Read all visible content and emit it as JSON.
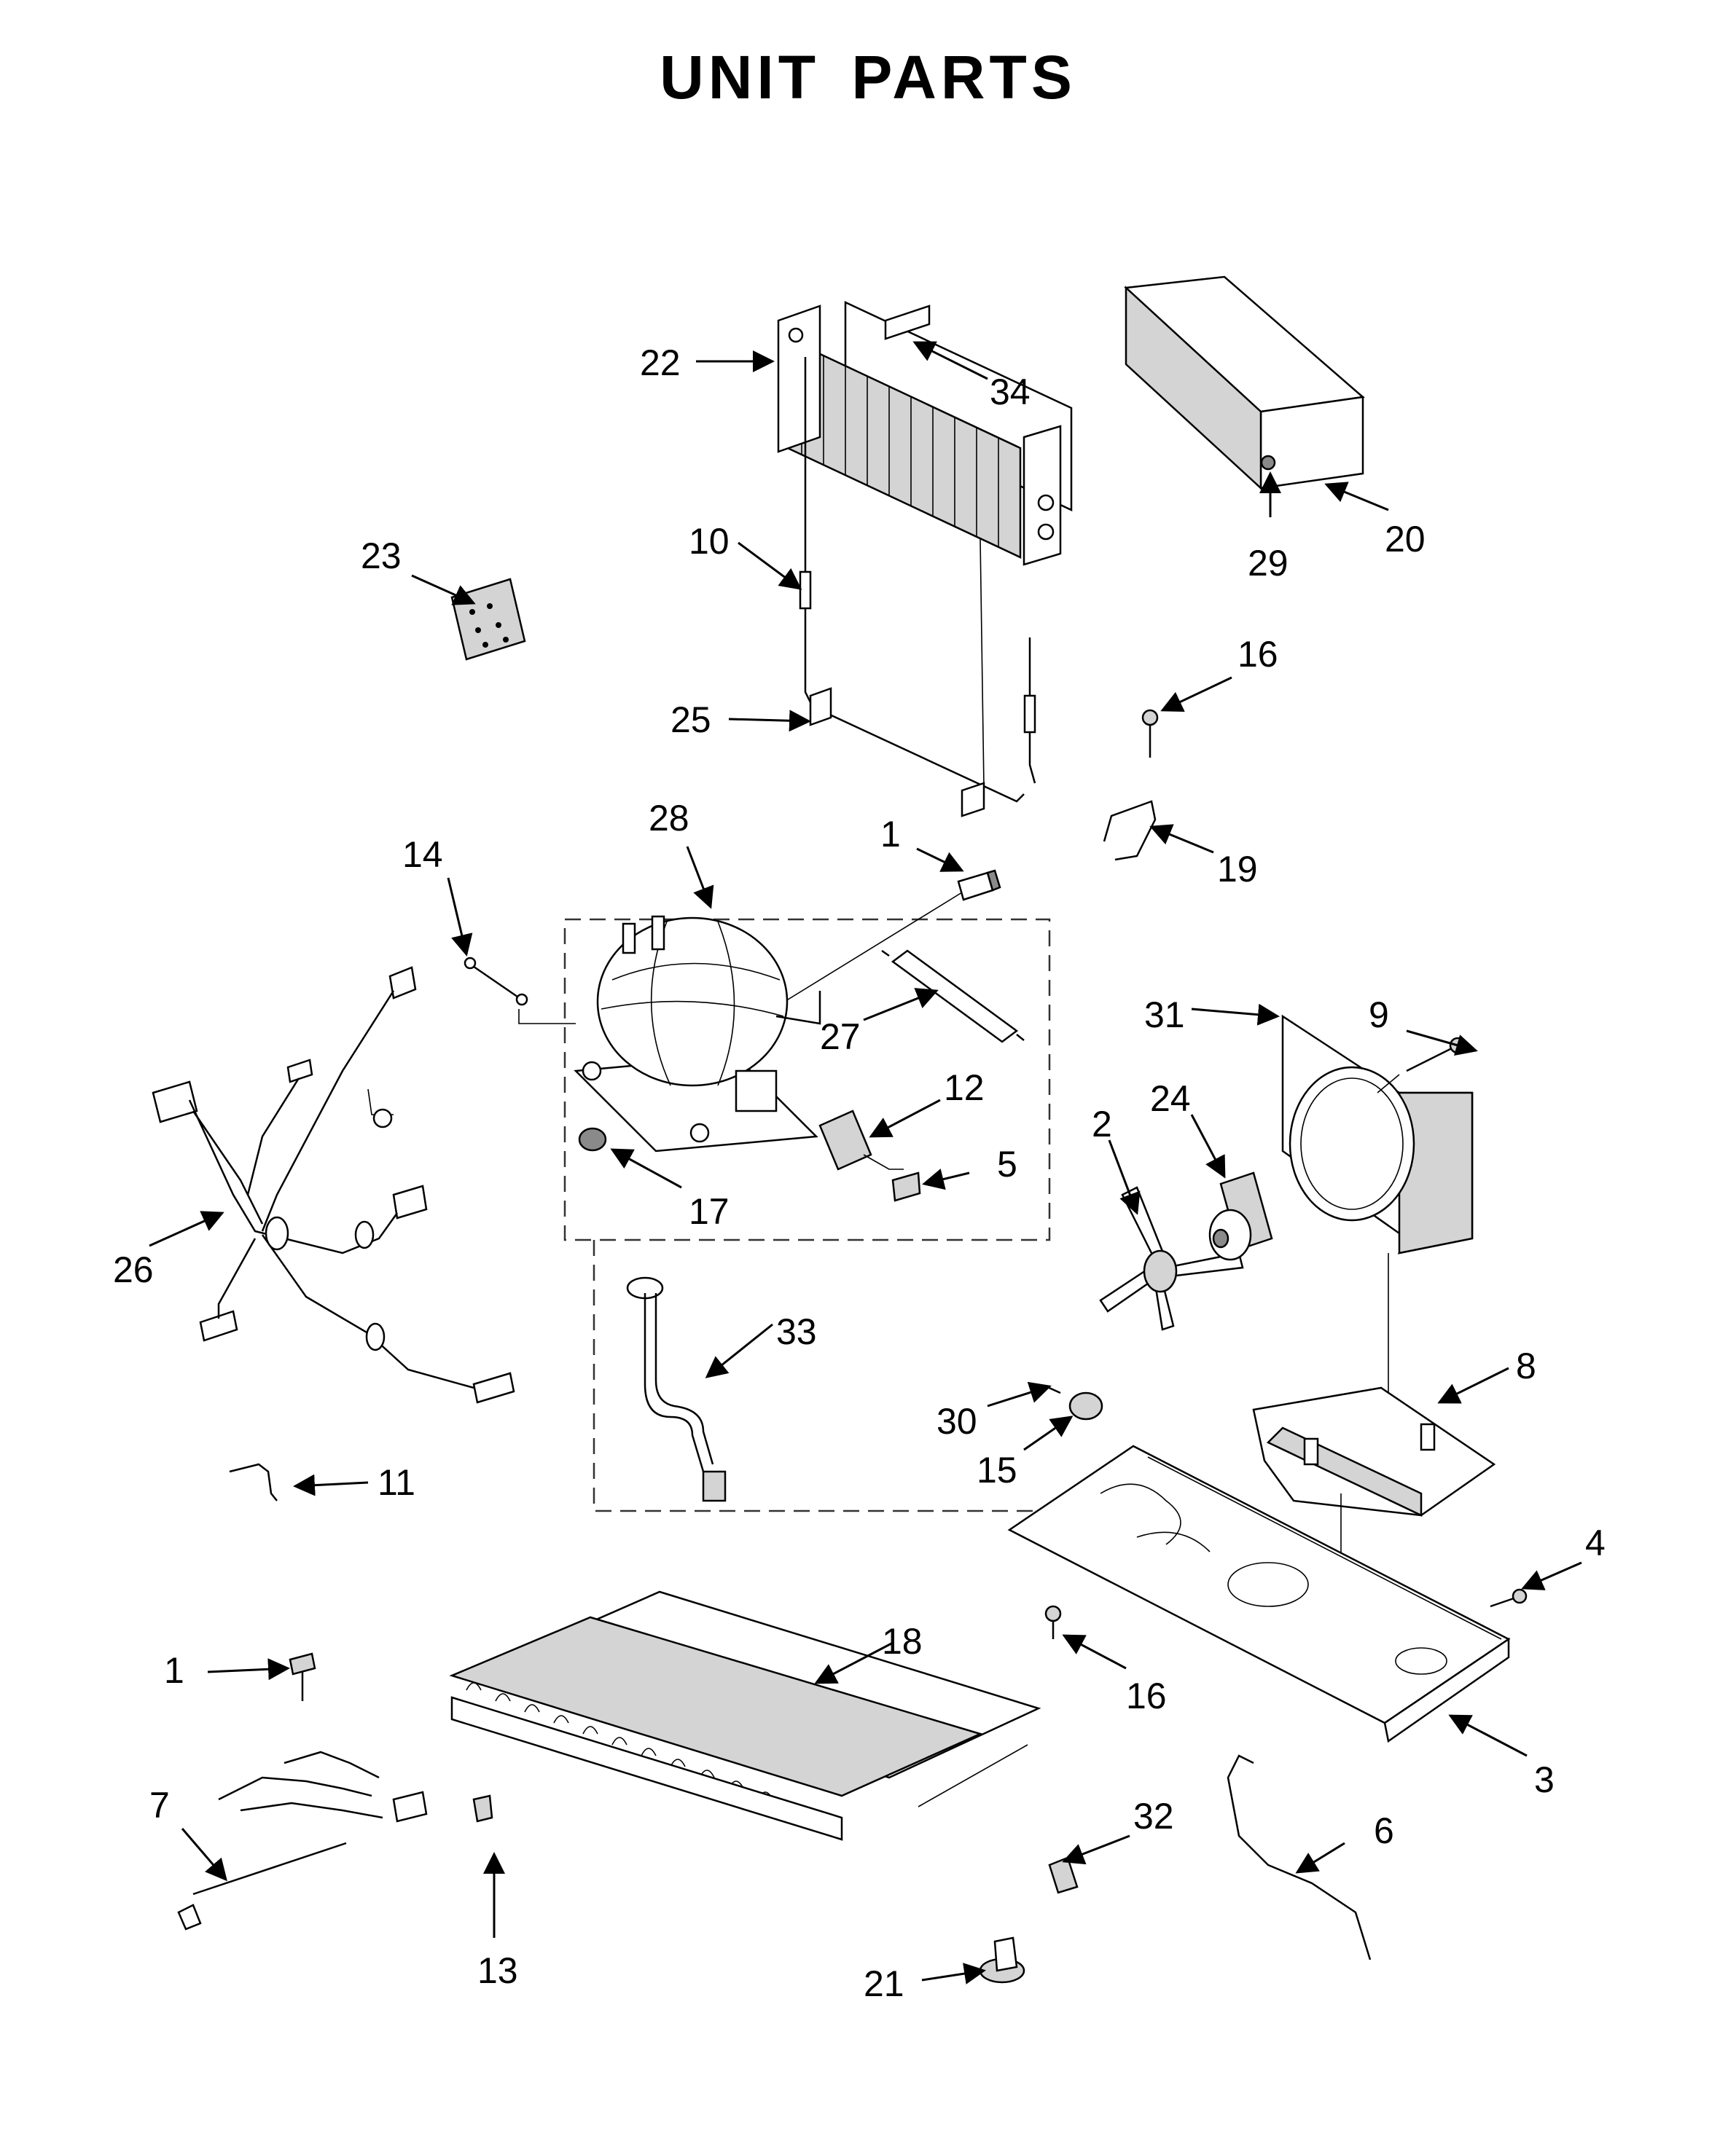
{
  "title": "UNIT PARTS",
  "callouts": [
    "1",
    "2",
    "3",
    "4",
    "5",
    "6",
    "7",
    "8",
    "9",
    "10",
    "11",
    "12",
    "13",
    "14",
    "15",
    "16",
    "17",
    "18",
    "19",
    "20",
    "21",
    "22",
    "23",
    "24",
    "25",
    "26",
    "27",
    "28",
    "29",
    "30",
    "31",
    "32",
    "33",
    "34"
  ],
  "callout_1b": "1",
  "callout_16b": "16"
}
